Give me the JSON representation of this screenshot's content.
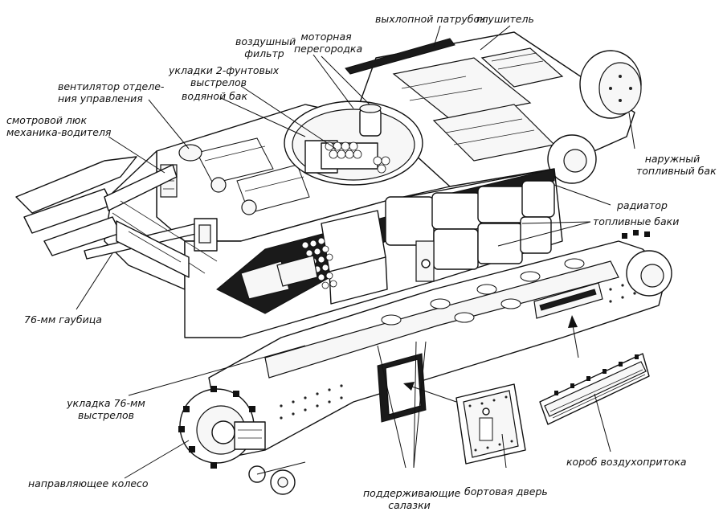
{
  "labels": {
    "exhaust_pipe": "выхлопной патрубок",
    "muffler": "глушитель",
    "air_filter": "воздушный\nфильтр",
    "engine_bulkhead": "моторная\nперегородка",
    "ammo_2pdr": "укладки 2-фунтовых\nвыстрелов",
    "water_tank": "водяной бак",
    "fan": "вентилятор отделе-\nния управления",
    "hatch": "смотровой люк\nмеханика-водителя",
    "external_fuel_tank": "наружный\nтопливный бак",
    "radiator": "радиатор",
    "fuel_tanks": "топливные баки",
    "howitzer": "76-мм гаубица",
    "ammo_76mm": "укладка 76-мм\nвыстрелов",
    "idler_wheel": "направляющее колесо",
    "supporting_skids": "поддерживающие\nсалазки",
    "side_door": "бортовая дверь",
    "air_intake_box": "короб воздухопритока"
  }
}
